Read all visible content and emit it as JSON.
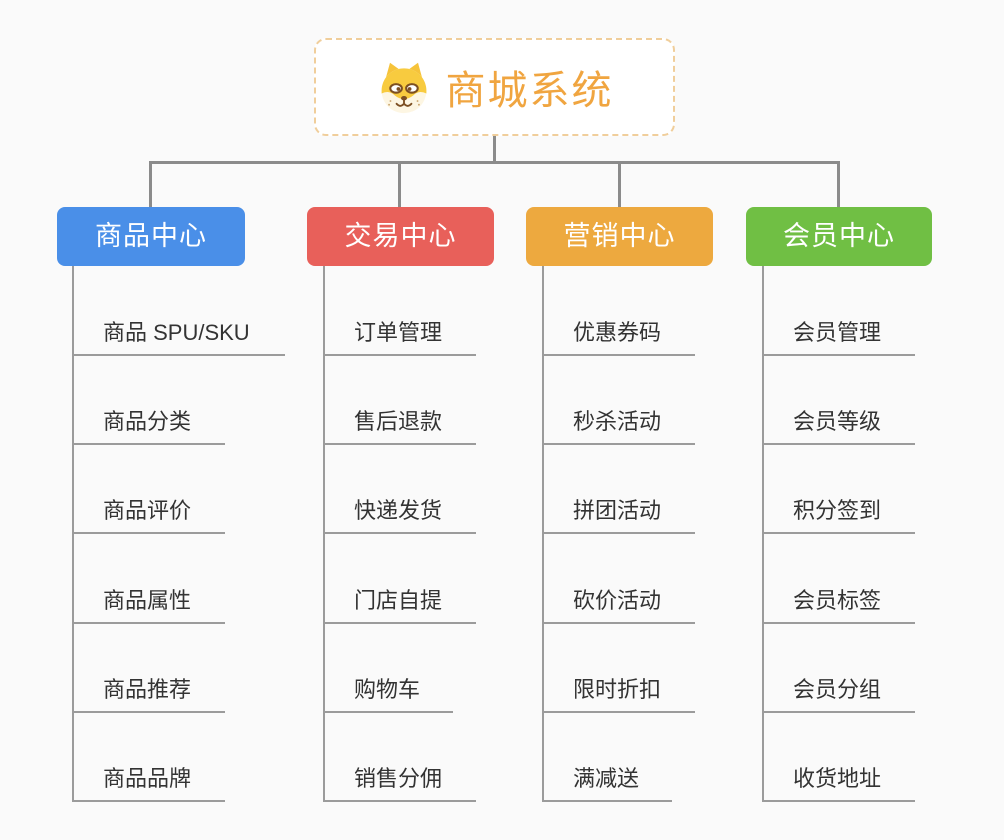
{
  "root": {
    "title": "商城系统",
    "icon": "dog-logo-icon",
    "title_color": "#f0a540",
    "border_color": "#f0ce9b"
  },
  "branches": [
    {
      "label": "商品中心",
      "color": "#4a8fe8",
      "children": [
        "商品 SPU/SKU",
        "商品分类",
        "商品评价",
        "商品属性",
        "商品推荐",
        "商品品牌"
      ]
    },
    {
      "label": "交易中心",
      "color": "#e8605a",
      "children": [
        "订单管理",
        "售后退款",
        "快递发货",
        "门店自提",
        "购物车",
        "销售分佣"
      ]
    },
    {
      "label": "营销中心",
      "color": "#eda93f",
      "children": [
        "优惠券码",
        "秒杀活动",
        "拼团活动",
        "砍价活动",
        "限时折扣",
        "满减送"
      ]
    },
    {
      "label": "会员中心",
      "color": "#70bf44",
      "children": [
        "会员管理",
        "会员等级",
        "积分签到",
        "会员标签",
        "会员分组",
        "收货地址"
      ]
    }
  ],
  "colors": {
    "background": "#fafafa",
    "connector": "#8b8b8b",
    "child_line": "#9b9b9b",
    "leaf_text": "#333333",
    "node_text": "#ffffff"
  }
}
